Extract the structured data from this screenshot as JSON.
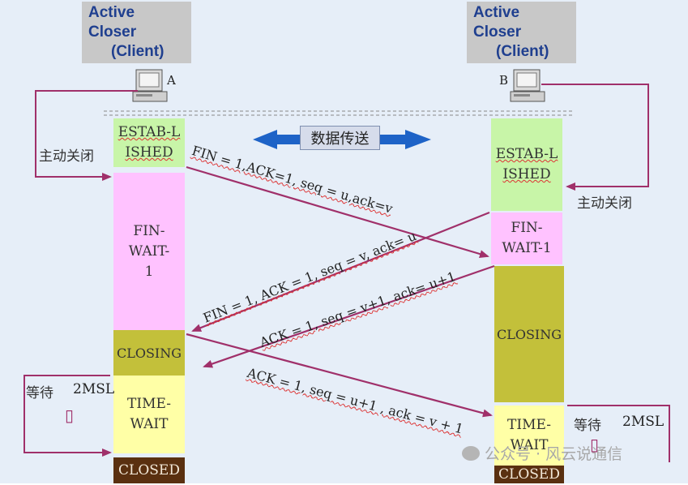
{
  "client_a": {
    "header_line1": "Active",
    "header_line2": "Closer",
    "header_line3": "(Client)",
    "host_label": "A",
    "close_label": "主动关闭",
    "states": [
      "ESTAB-LISHED",
      "FIN-WAIT-1",
      "CLOSING",
      "TIME-WAIT",
      "CLOSED"
    ],
    "wait_label": "等待",
    "wait_time": "2MSL",
    "wait_glyph": "▯"
  },
  "client_b": {
    "header_line1": "Active",
    "header_line2": "Closer",
    "header_line3": "(Client)",
    "host_label": "B",
    "close_label": "主动关闭",
    "states": [
      "ESTAB-LISHED",
      "FIN-WAIT-1",
      "CLOSING",
      "TIME-WAIT",
      "CLOSED"
    ],
    "wait_label": "等待",
    "wait_time": "2MSL",
    "wait_glyph": "▯"
  },
  "data_transfer_label": "数据传送",
  "messages": {
    "a_to_b_fin": "FIN = 1,ACK=1, seq = u,ack=v",
    "b_to_a_fin": "FIN = 1, ACK = 1, seq = v, ack= u",
    "b_to_a_ack": "ACK = 1, seq = v+1, ack= u+1",
    "a_to_b_ack": "ACK = 1, seq = u+1 , ack = v + 1"
  },
  "watermark": "公众号 · 风云说通信",
  "colors": {
    "established": "#c8f5a8",
    "fin_wait": "#ffc2ff",
    "closing": "#c3c03a",
    "time_wait": "#ffffa6",
    "closed": "#5a3010",
    "arrow": "#a0306a",
    "data_arrow": "#1e63c7"
  }
}
